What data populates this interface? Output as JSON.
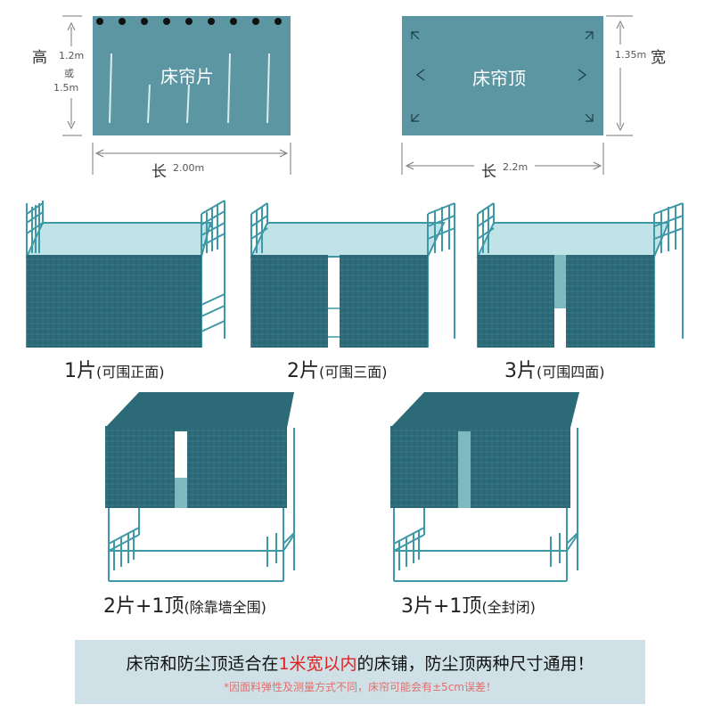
{
  "colors": {
    "panel": "#5b96a2",
    "fabric": "#2c6a78",
    "frame": "#3f98a5",
    "banner_bg": "#cfe1e6",
    "highlight": "#e02020",
    "note": "#e07070"
  },
  "top": {
    "curtain_panel": {
      "label": "床帘片",
      "height_label": "高",
      "height_values": [
        "1.2m",
        "或",
        "1.5m"
      ],
      "length_label": "长",
      "length_value": "2.00m"
    },
    "top_panel": {
      "label": "床帘顶",
      "width_value": "1.35m",
      "width_label": "宽",
      "length_label": "长",
      "length_value": "2.2m"
    }
  },
  "cases": [
    {
      "count": "1片",
      "desc": "(可围正面)"
    },
    {
      "count": "2片",
      "desc": "(可围三面)"
    },
    {
      "count": "3片",
      "desc": "(可围四面)"
    },
    {
      "count": "2片+1顶",
      "desc": "(除靠墙全围)"
    },
    {
      "count": "3片+1顶",
      "desc": "(全封闭)"
    }
  ],
  "banner": {
    "main_prefix": "床帘和防尘顶适合在",
    "main_highlight": "1米宽以内",
    "main_suffix": "的床铺，防尘顶两种尺寸通用！",
    "note": "*因面料弹性及测量方式不同，床帘可能会有±5cm误差！"
  }
}
